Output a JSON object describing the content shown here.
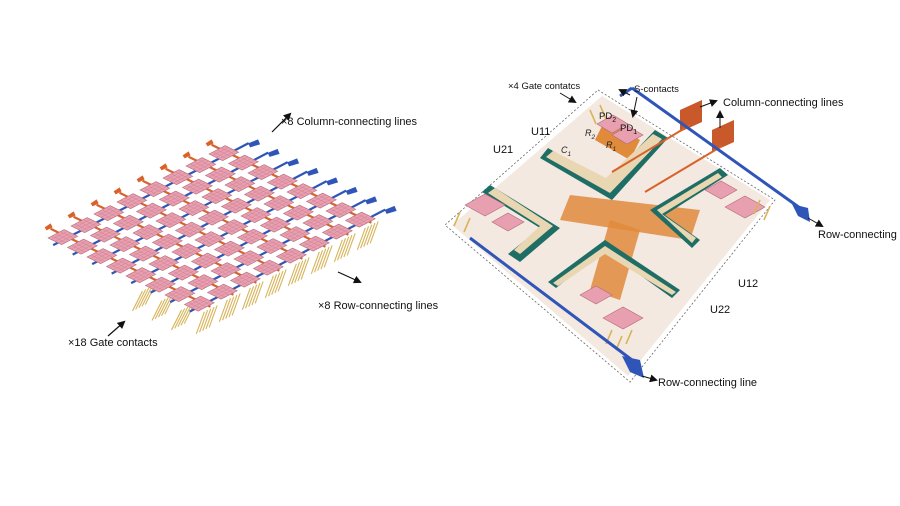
{
  "figure": {
    "left_panel": {
      "title": "Active matrix array overview",
      "grid_rows": 8,
      "grid_cols": 8,
      "labels": {
        "column_lines": "×8 Column-connecting lines",
        "row_lines": "×8 Row-connecting lines",
        "gate_contacts": "×18 Gate contacts"
      }
    },
    "right_panel": {
      "title": "2×2 unit cell detail",
      "labels": {
        "gate_contacts": "×4 Gate contatcs",
        "s_contacts": "S-contacts",
        "column_lines": "Column-connecting lines",
        "row_line_top": "Row-connecting line",
        "row_line_bottom": "Row-connecting line",
        "u11": "U11",
        "u21": "U21",
        "u12": "U12",
        "u22": "U22",
        "pd2": "PD",
        "pd2_sub": "2",
        "pd1": "PD",
        "pd1_sub": "1",
        "r2": "R",
        "r2_sub": "2",
        "r1": "R",
        "r1_sub": "1",
        "c1": "C",
        "c1_sub": "1"
      }
    },
    "colors": {
      "row_line": "#2f55b8",
      "column_line": "#d8622a",
      "pixel_pad": "#e8a0b0",
      "gate_contact": "#d8b45a",
      "substrate": "#e08a3c",
      "channel_beige": "#e9d6b3",
      "channel_teal": "#1f6e66"
    }
  }
}
